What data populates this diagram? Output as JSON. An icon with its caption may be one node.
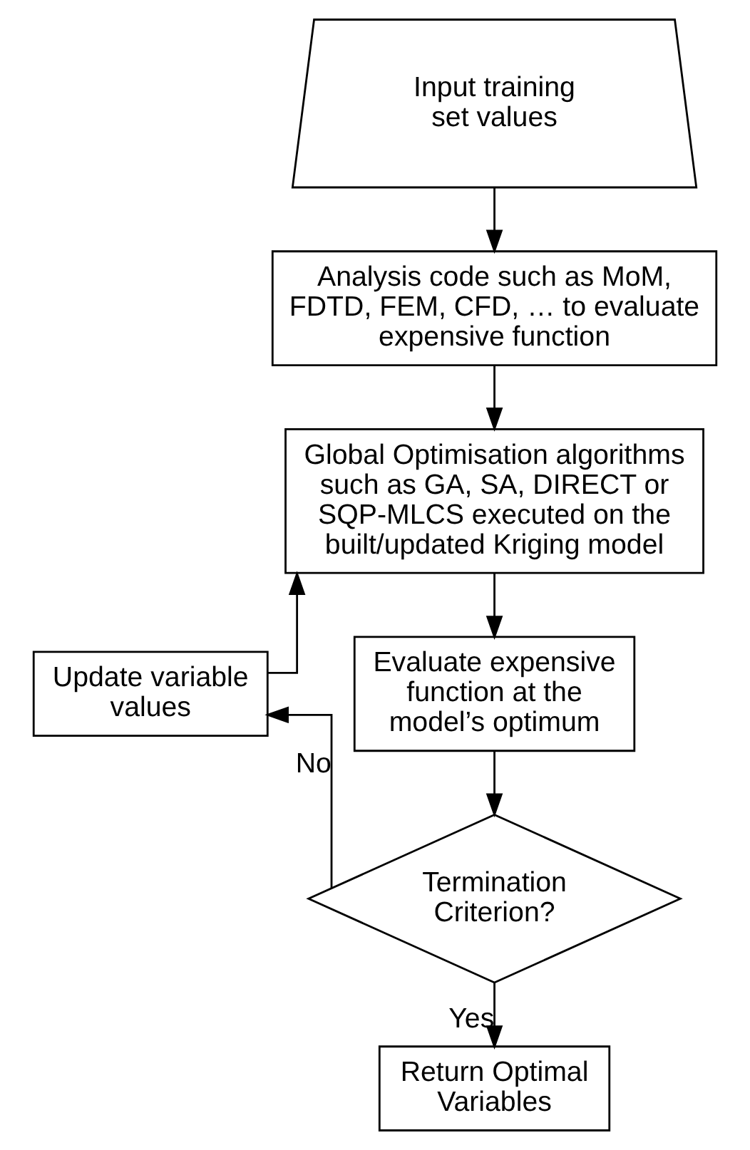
{
  "diagram": {
    "nodes": [
      {
        "text": [
          "Input training set values"
        ]
      },
      {
        "text": [
          "Analysis code such as MoM, FDTD, FEM, CFD, … to evaluate expensive function"
        ]
      },
      {
        "text": [
          "Global Optimisation algorithms such as GA, SA, DIRECT or SQP-MLCS executed on the built/updated Kriging model"
        ]
      },
      {
        "text": [
          "Evaluate expensive function at the model’s optimum"
        ]
      },
      {
        "text": [
          "Termination Criterion?"
        ]
      },
      {
        "text": [
          "Return Optimal Variables"
        ]
      },
      {
        "text": [
          "Update variable values"
        ]
      }
    ],
    "edges": [
      {
        "from": 0,
        "to": 1,
        "arrow": "to"
      },
      {
        "from": 1,
        "to": 2,
        "arrow": "to"
      },
      {
        "from": 2,
        "to": 3,
        "arrow": "to"
      },
      {
        "from": 3,
        "to": 4,
        "arrow": "to"
      },
      {
        "from": 4,
        "to": 5,
        "arrow": "to",
        "label": "Yes"
      },
      {
        "from": 4,
        "to": 6,
        "arrow": "to",
        "label": "No"
      },
      {
        "from": 6,
        "to": 2,
        "arrow": "to"
      }
    ]
  }
}
